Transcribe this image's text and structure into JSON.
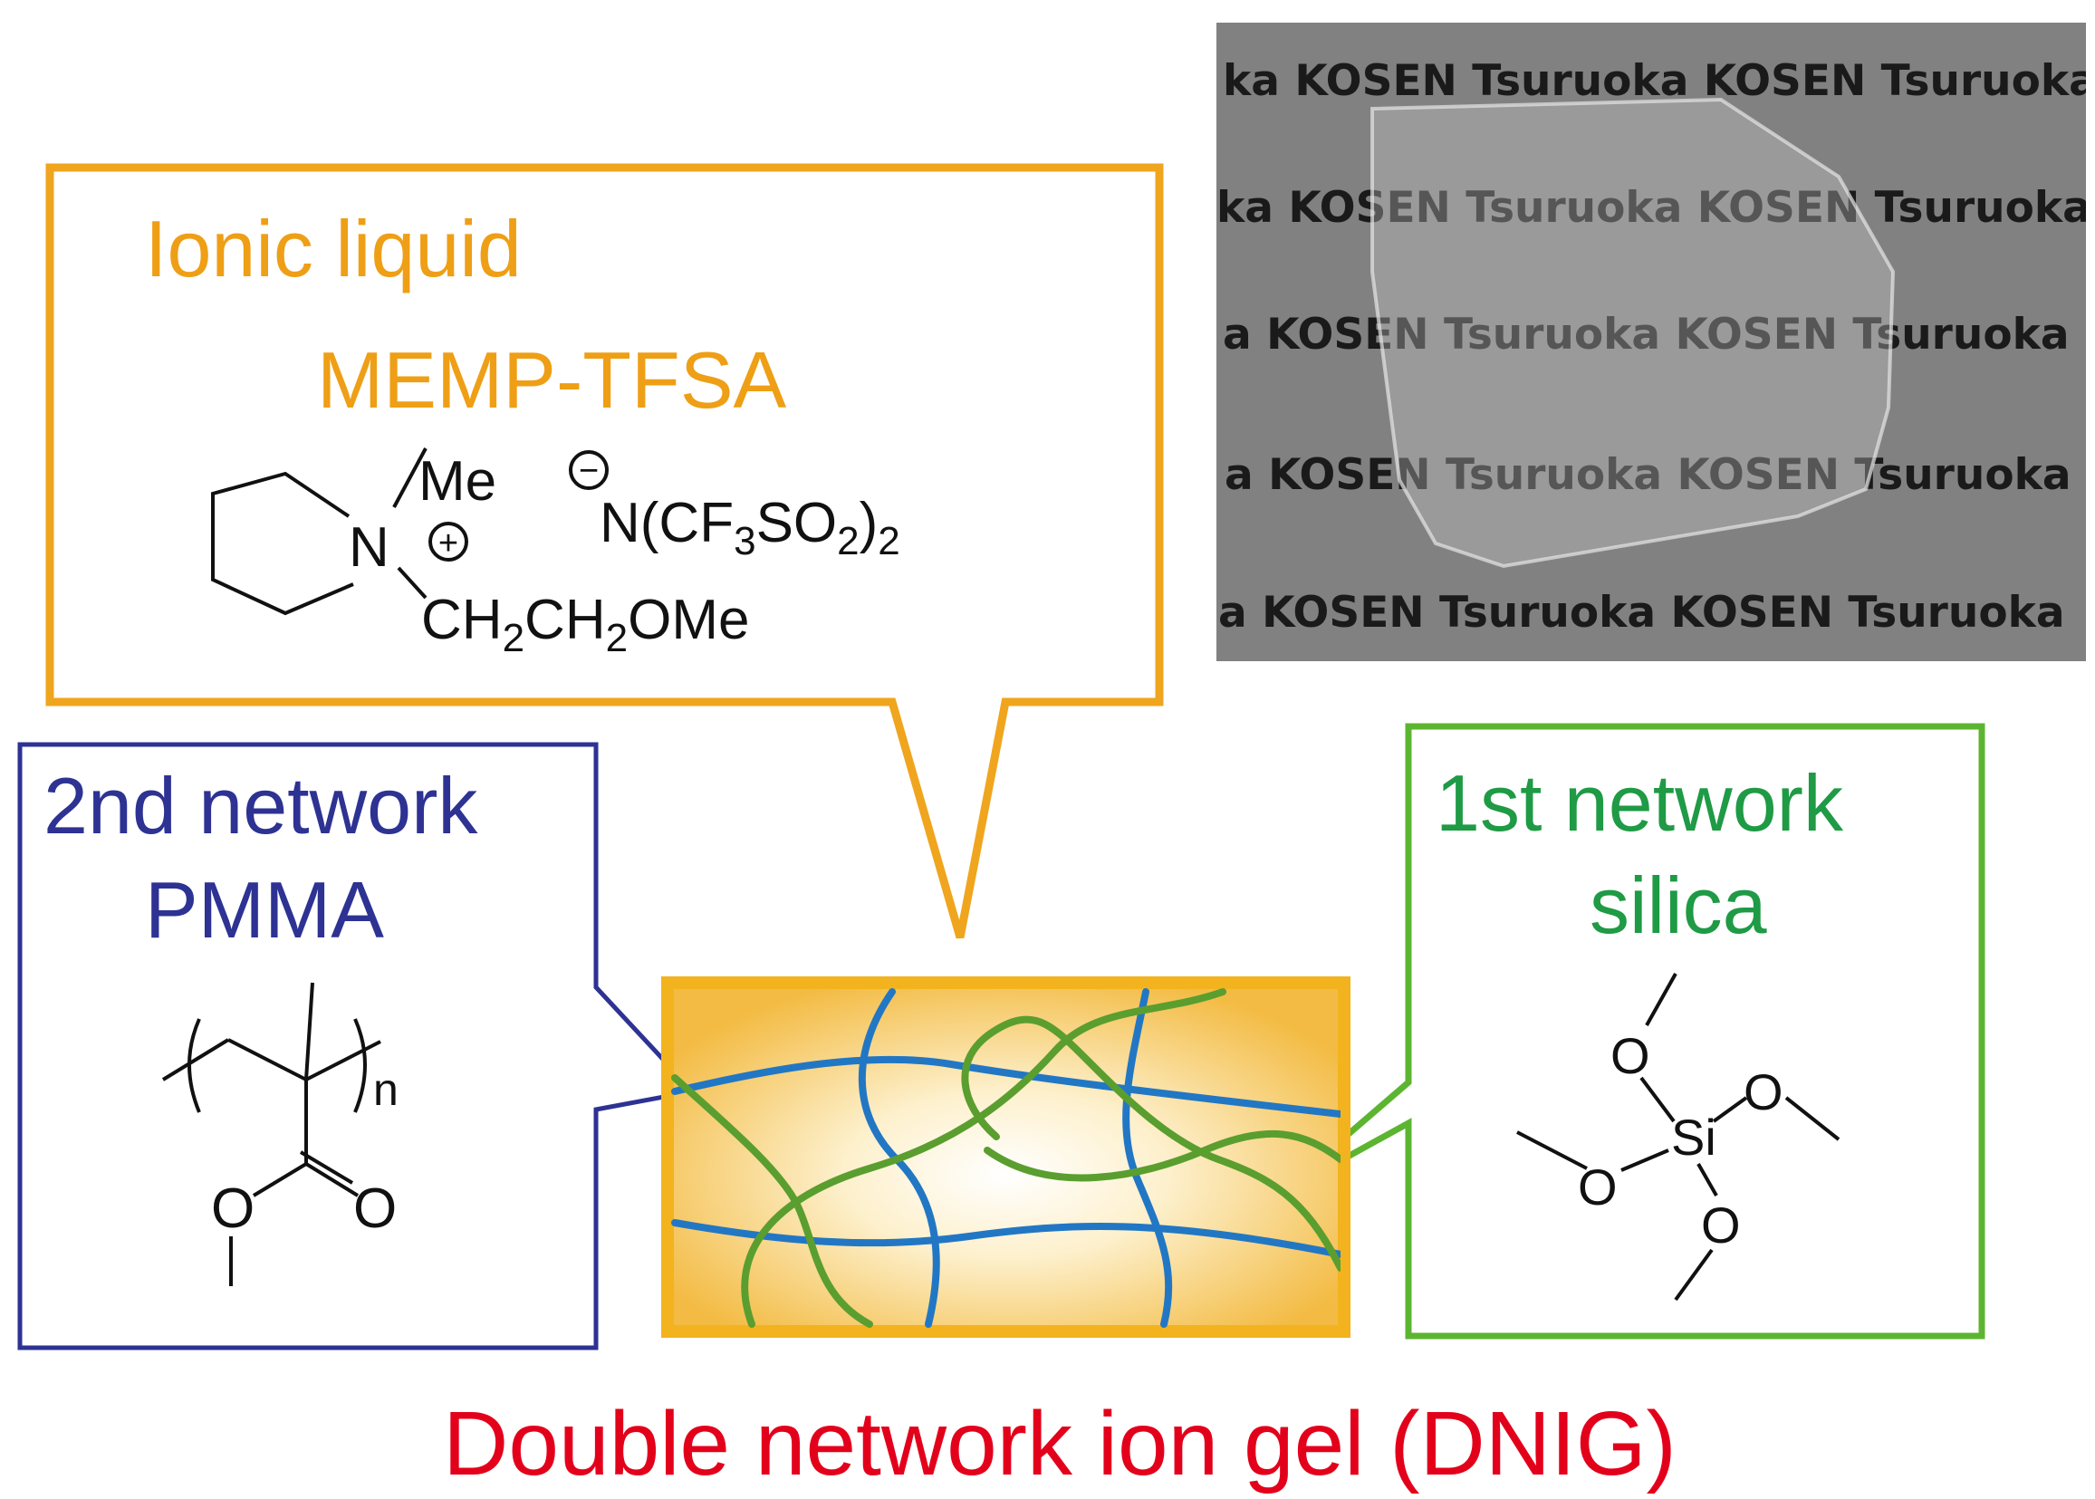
{
  "colors": {
    "ionic": "#f0a51e",
    "ionic_text": "#ee9f16",
    "network2": "#2d3293",
    "network1": "#5cb531",
    "network1_text": "#1f9a45",
    "chain_blue": "#2277c4",
    "chain_green": "#5a9e2f",
    "gel_fill": "#f5c04a",
    "title": "#e3001b",
    "photo_bg": "#7c7c7c",
    "photo_text": "#1a1a1a"
  },
  "ionic_liquid": {
    "heading": "Ionic liquid",
    "name": "MEMP-TFSA",
    "me_label": "Me",
    "n_label": "N",
    "plus_label": "+",
    "minus_label": "−",
    "anion": [
      "N(CF",
      "3",
      "SO",
      "2",
      ")",
      "2"
    ],
    "side_chain": [
      "CH",
      "2",
      "CH",
      "2",
      "OMe"
    ]
  },
  "network2": {
    "heading": "2nd network",
    "polymer": "PMMA",
    "n_sub": "n",
    "o_ester": "O",
    "o_carbonyl": "O"
  },
  "network1": {
    "heading": "1st network",
    "material": "silica",
    "si_label": "Si",
    "o_label": "O"
  },
  "photo": {
    "rows": [
      "ka KOSEN Tsuruoka KOSEN Tsuruoka K",
      "ka KOSEN Tsuruoka KOSEN Tsuruoka K",
      "a KOSEN Tsuruoka KOSEN Tsuruoka K",
      "a KOSEN Tsuruoka KOSEN Tsuruoka",
      "a KOSEN Tsuruoka KOSEN Tsuruoka"
    ]
  },
  "title": "Double network ion gel (DNIG)"
}
